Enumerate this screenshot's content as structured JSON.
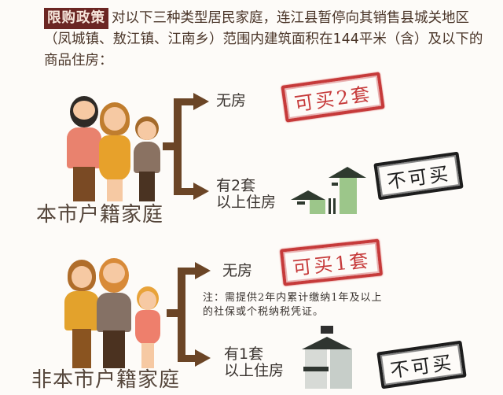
{
  "intro": {
    "tag": "限购政策",
    "text": "对以下三种类型居民家庭，连江县暂停向其销售县城关地区（凤城镇、敖江镇、江南乡）范围内建筑面积在144平米（含）及以下的商品住房："
  },
  "sections": [
    {
      "family_label": "本市户籍家庭",
      "options": [
        {
          "label_line1": "无房",
          "label_line2": "",
          "stamp": "可买2套",
          "stamp_color": "#c63a3a"
        },
        {
          "label_line1": "有2套",
          "label_line2": "以上住房",
          "stamp": "不可买",
          "stamp_color": "#1d1d1d",
          "icon": "houses-icon"
        }
      ]
    },
    {
      "family_label": "非本市户籍家庭",
      "options": [
        {
          "label_line1": "无房",
          "label_line2": "",
          "stamp": "可买1套",
          "stamp_color": "#c63a3a",
          "note_line1": "注：需提供2年内累计缴纳1年及以上",
          "note_line2": "的社保或个税纳税凭证。"
        },
        {
          "label_line1": "有1套",
          "label_line2": "以上住房",
          "stamp": "不可买",
          "stamp_color": "#1d1d1d",
          "icon": "buildings-icon"
        }
      ]
    }
  ],
  "colors": {
    "tag_bg": "#6b2623",
    "bracket": "#6b4526",
    "stamp_red": "#c63a3a",
    "stamp_black": "#1d1d1d"
  }
}
